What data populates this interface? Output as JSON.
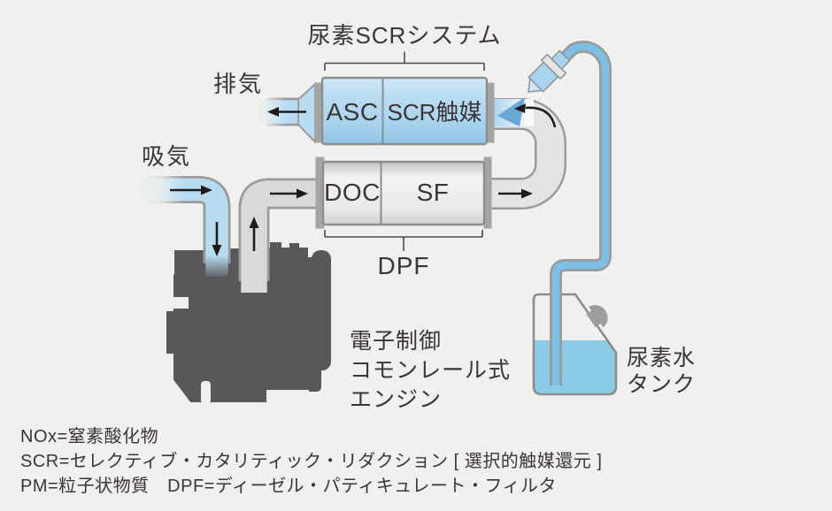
{
  "labels": {
    "title": "尿素SCRシステム",
    "exhaust": "排気",
    "intake": "吸気",
    "asc": "ASC",
    "scr_catalyst": "SCR触媒",
    "doc": "DOC",
    "sf": "SF",
    "dpf": "DPF",
    "engine": {
      "line1": "電子制御",
      "line2": "コモンレール式",
      "line3": "エンジン"
    },
    "tank": {
      "line1": "尿素水",
      "line2": "タンク"
    }
  },
  "legend": {
    "line1": "NOx=窒素酸化物",
    "line2": "SCR=セレクティブ・カタリティック・リダクション [ 選択的触媒還元 ]",
    "line3": "PM=粒子状物質　DPF=ディーゼル・パティキュレート・フィルタ"
  },
  "icons": {
    "urea_injector": "urea-injector-icon",
    "filler_cap": "tank-filler-cap-icon",
    "flow_arrows": "black flow-direction arrows",
    "spray_cone": "urea-spray-cone"
  },
  "colors": {
    "background": "#f0f0ee",
    "scr_box_blue": "#a8d4ee",
    "pipe_blue": "#b7dcf2",
    "urea_line_blue": "#7cc0e6",
    "spray_blue": "#68a9d7",
    "tank_liquid_blue": "#8ccae9",
    "doc_box_gray": "#e9e9e8",
    "pipe_gray": "#d9d9d8",
    "outline_gray": "#9b9b9a",
    "engine_gray": "#59575a",
    "text": "#3b3536",
    "arrow": "#1e1b1b"
  }
}
